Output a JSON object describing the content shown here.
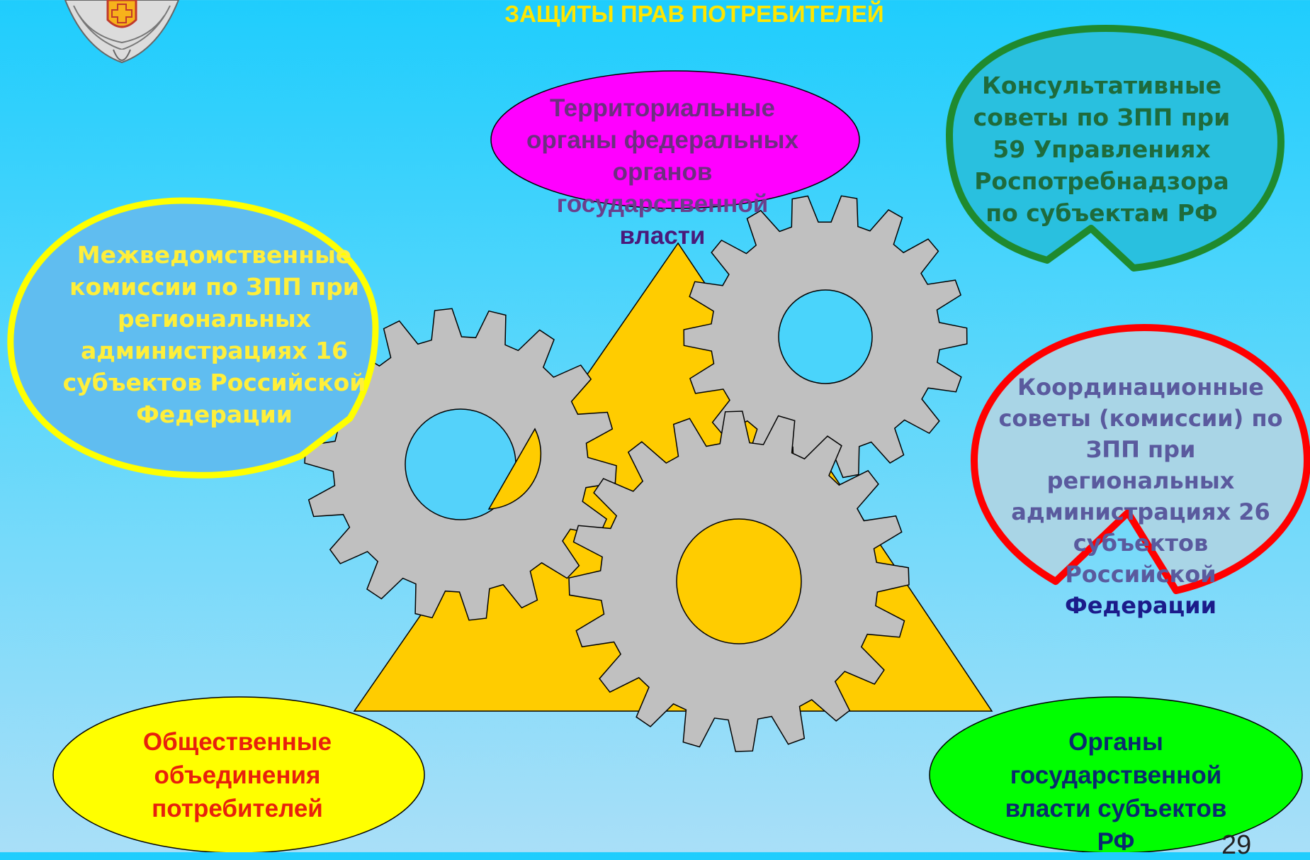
{
  "header": {
    "title": "ЗАЩИТЫ ПРАВ ПОТРЕБИТЕЛЕЙ"
  },
  "nodes": {
    "territorial": {
      "lines": [
        "Территориальные",
        "органы федеральных",
        "органов",
        "государственной",
        "власти"
      ],
      "fill": "#ff00ff"
    },
    "consultative": {
      "lines": [
        "Консультативные",
        "советы по ЗПП при",
        "59 Управлениях",
        "Роспотребнадзора",
        "по субъектам РФ"
      ],
      "border": "#1f8a2e"
    },
    "interdepartmental": {
      "lines": [
        "Межведомственные",
        "комиссии по ЗПП при",
        "региональных",
        "администрациях 16",
        "субъектов Российской",
        "Федерации"
      ],
      "border": "#ffff00"
    },
    "coordination": {
      "lines": [
        "Координационные",
        "советы (комиссии) по",
        "ЗПП при",
        "региональных",
        "администрациях 26",
        "субъектов",
        "Российской",
        "Федерации"
      ],
      "border": "#ff0000"
    },
    "public": {
      "lines": [
        "Общественные",
        "объединения",
        "потребителей"
      ],
      "fill": "#ffff00"
    },
    "regional_authorities": {
      "lines": [
        "Органы",
        "государственной",
        "власти субъектов",
        "РФ"
      ],
      "fill": "#00ff00"
    }
  },
  "footer": {
    "page_number": "29"
  },
  "colors": {
    "triangle": "#ffcc00",
    "gear": "#c0c0c0",
    "background_top": "#1fcdfd",
    "background_bottom": "#a9dff8"
  },
  "icons": [
    "emblem-icon",
    "gear-icon"
  ]
}
